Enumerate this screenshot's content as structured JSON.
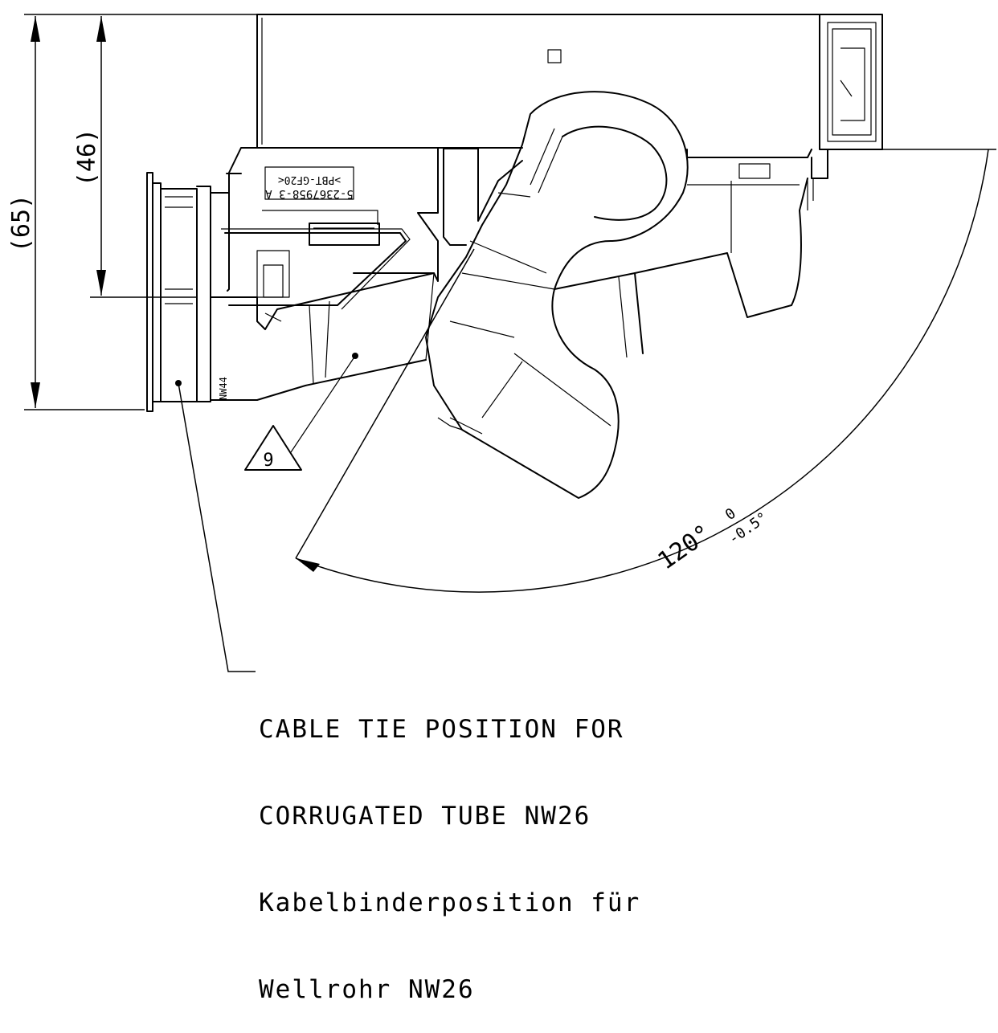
{
  "dimensions": {
    "overall": "(65)",
    "partial": "(46)"
  },
  "angle": {
    "value": "120°",
    "upper_tolerance": "0",
    "lower_tolerance": "-0.5°"
  },
  "part_label": {
    "number": "5-2367958-3 A",
    "material": ">PBT-GF20<"
  },
  "flag_note": "9",
  "tube_marking": "NW44",
  "cable_tie_note": {
    "line1": "CABLE TIE POSITION FOR",
    "line2": "CORRUGATED TUBE NW26",
    "line3": "Kabelbinderposition für",
    "line4": "Wellrohr NW26"
  }
}
